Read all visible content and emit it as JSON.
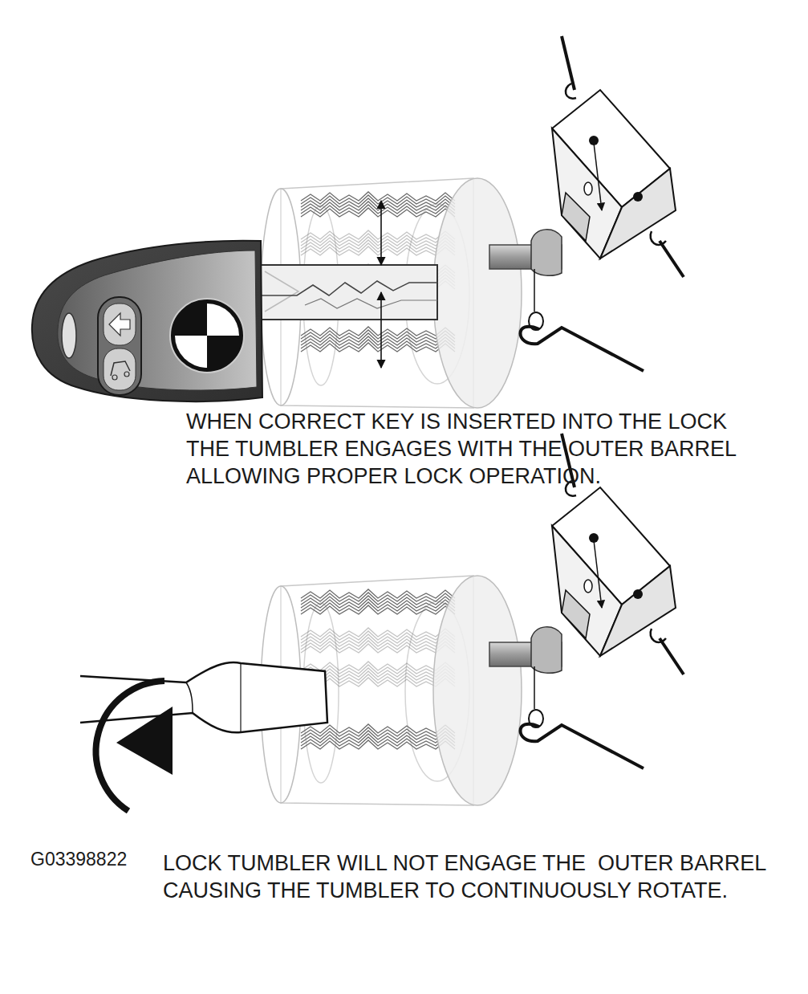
{
  "diagram": {
    "labels": [
      "WHEN CORRECT KEY IS INSERTED INTO THE LOCK THE TUMBLER ENGAGES WITH THE OUTER BARREL ALLOWING PROPER LOCK OPERATION.",
      "LOCK TUMBLER WILL NOT ENGAGE THE  OUTER BARREL CAUSING THE TUMBLER TO CONTINUOUSLY ROTATE.",
      "G03398822"
    ]
  }
}
